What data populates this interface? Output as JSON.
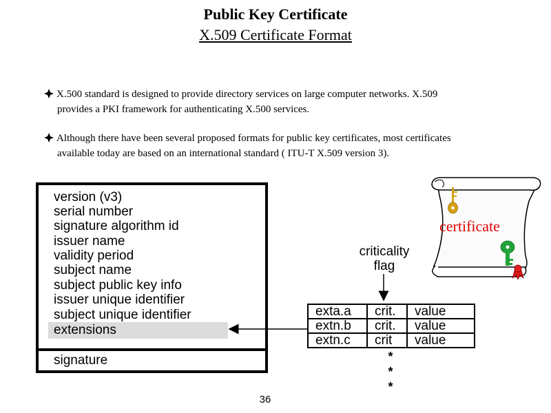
{
  "title": "Public Key Certificate",
  "subtitle": "X.509 Certificate Format",
  "bullets": [
    {
      "icon": "diamond-bullet-icon",
      "line1": "X.500 standard is designed to provide directory services on large computer networks. X.509",
      "line2": "provides a PKI framework for authenticating X.500 services."
    },
    {
      "icon": "diamond-bullet-icon",
      "line1": "Although there have been several proposed formats for public key certificates, most certificates",
      "line2": "available today are based on an international standard ( ITU-T X.509 version 3)."
    }
  ],
  "certificate_fields": [
    "version (v3)",
    "serial number",
    "signature algorithm id",
    "issuer name",
    "validity period",
    "subject name",
    "subject public key info",
    "issuer unique identifier",
    "subject unique identifier",
    "extensions"
  ],
  "signature_field": "signature",
  "criticality_label": {
    "line1": "criticality",
    "line2": "flag"
  },
  "extensions_table": [
    [
      "exta.a",
      "crit.",
      "value"
    ],
    [
      "extn.b",
      "crit.",
      "value"
    ],
    [
      "extn.c",
      "crit",
      "value"
    ]
  ],
  "continuation": [
    "*",
    "*",
    "*"
  ],
  "scroll_image": {
    "label": "certificate",
    "icons": [
      "scroll-icon",
      "gold-key-icon",
      "green-key-icon",
      "red-seal-icon"
    ],
    "colors": {
      "label": "#e00000",
      "gold_key": "#d4a017",
      "green_key": "#22a33a",
      "seal": "#d81818"
    }
  },
  "page_number": "36"
}
